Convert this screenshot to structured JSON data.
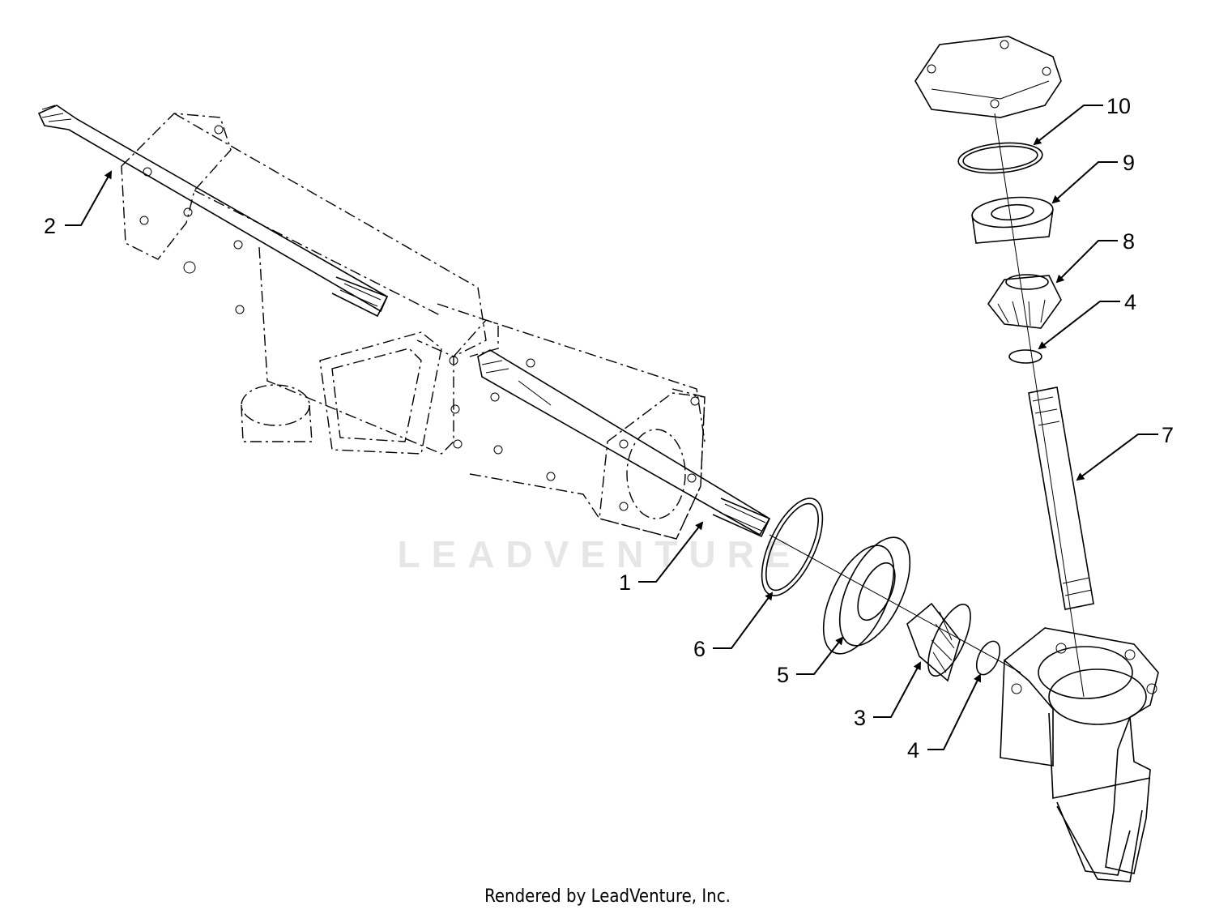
{
  "callouts": [
    {
      "id": "1",
      "text": "1"
    },
    {
      "id": "2",
      "text": "2"
    },
    {
      "id": "3",
      "text": "3"
    },
    {
      "id": "4a",
      "text": "4"
    },
    {
      "id": "4b",
      "text": "4"
    },
    {
      "id": "5",
      "text": "5"
    },
    {
      "id": "6",
      "text": "6"
    },
    {
      "id": "7",
      "text": "7"
    },
    {
      "id": "8",
      "text": "8"
    },
    {
      "id": "9",
      "text": "9"
    },
    {
      "id": "10",
      "text": "10"
    }
  ],
  "watermark": "LEADVENTURE",
  "footer": "Rendered by LeadVenture, Inc."
}
